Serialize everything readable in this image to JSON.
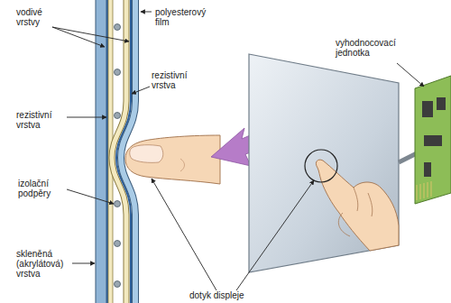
{
  "diagram": {
    "labels": [
      "vodivé vrstvy",
      "polyesterový film",
      "rezistivní vrstva",
      "rezistivní vrstva",
      "izolační podpěry",
      "skleněná (akrylátová) vrstva",
      "dotyk displeje",
      "vyhodnocovací jednotka"
    ]
  }
}
